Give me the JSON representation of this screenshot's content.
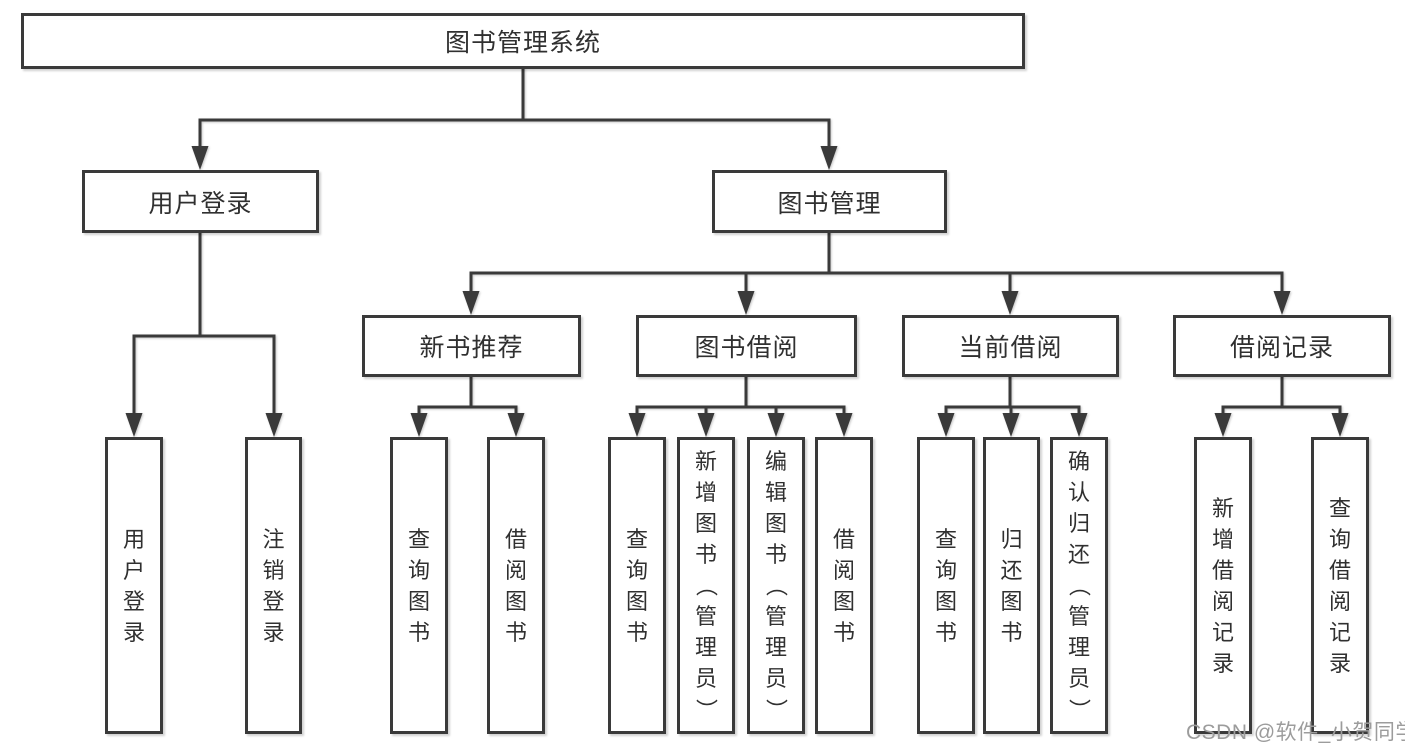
{
  "colors": {
    "line": "#3a3a3a",
    "text": "#303030",
    "watermark": "#9c9c9c",
    "background": "#ffffff"
  },
  "watermark": {
    "text": "CSDN @软件_小贺同学"
  },
  "nodes": {
    "root": {
      "label": "图书管理系统"
    },
    "level2": [
      {
        "label": "用户登录"
      },
      {
        "label": "图书管理"
      }
    ],
    "level3": [
      {
        "label": "新书推荐",
        "parent": "图书管理"
      },
      {
        "label": "图书借阅",
        "parent": "图书管理"
      },
      {
        "label": "当前借阅",
        "parent": "图书管理"
      },
      {
        "label": "借阅记录",
        "parent": "图书管理"
      }
    ],
    "leaves": [
      {
        "label": "用户登录",
        "parent": "用户登录"
      },
      {
        "label": "注销登录",
        "parent": "用户登录"
      },
      {
        "label": "查询图书",
        "parent": "新书推荐"
      },
      {
        "label": "借阅图书",
        "parent": "新书推荐"
      },
      {
        "label": "查询图书",
        "parent": "图书借阅"
      },
      {
        "label": "新增图书（管理员）",
        "parent": "图书借阅"
      },
      {
        "label": "编辑图书（管理员）",
        "parent": "图书借阅"
      },
      {
        "label": "借阅图书",
        "parent": "图书借阅"
      },
      {
        "label": "查询图书",
        "parent": "当前借阅"
      },
      {
        "label": "归还图书",
        "parent": "当前借阅"
      },
      {
        "label": "确认归还（管理员）",
        "parent": "当前借阅"
      },
      {
        "label": "新增借阅记录",
        "parent": "借阅记录"
      },
      {
        "label": "查询借阅记录",
        "parent": "借阅记录"
      }
    ]
  }
}
